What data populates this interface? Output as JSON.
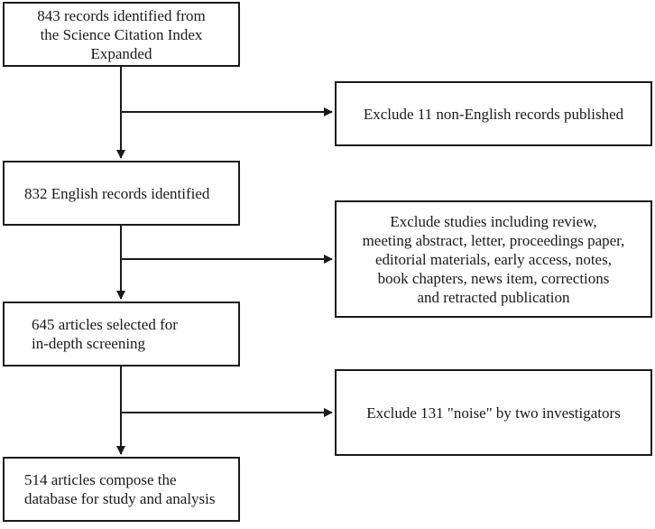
{
  "flowchart": {
    "steps": [
      {
        "label": "843 records identified from\nthe Science Citation Index Expanded"
      },
      {
        "label": "832 English records identified"
      },
      {
        "label": "645 articles selected for\nin-depth screening"
      },
      {
        "label": "514 articles compose the\ndatabase for study and analysis"
      }
    ],
    "exclusions": [
      {
        "label": "Exclude 11 non-English records published"
      },
      {
        "label": "Exclude studies including review,\nmeeting abstract, letter, proceedings paper,\neditorial materials, early access, notes,\nbook chapters, news item, corrections\nand retracted publication"
      },
      {
        "label": "Exclude 131 \"noise\" by two investigators"
      }
    ]
  },
  "colors": {
    "line": "#1a1a1a",
    "box_border": "#1a1a1a",
    "background": "#ffffff"
  }
}
